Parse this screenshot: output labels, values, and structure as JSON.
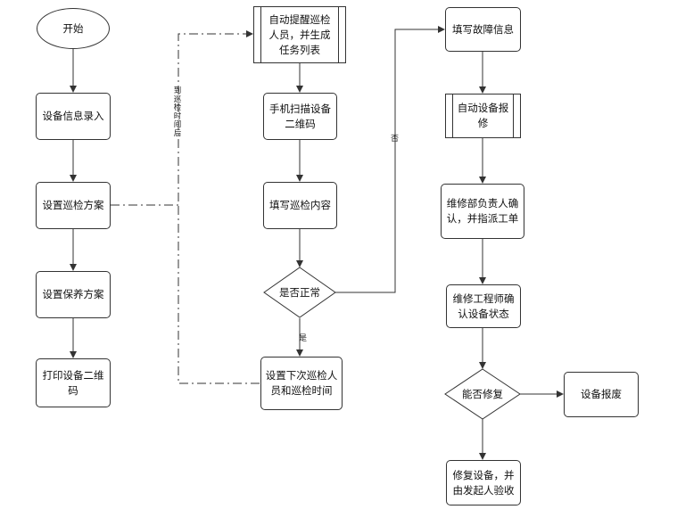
{
  "nodes": {
    "start": "开始",
    "device_info_entry": "设备信息录入",
    "set_inspection_plan": "设置巡检方案",
    "set_maintenance_plan": "设置保养方案",
    "print_qr": "打印设备二维码",
    "auto_remind": "自动提醒巡检人员，并生成任务列表",
    "scan_qr": "手机扫描设备二维码",
    "fill_inspection": "填写巡检内容",
    "is_normal": "是否正常",
    "set_next": "设置下次巡检人员和巡检时间",
    "fill_fault": "填写故障信息",
    "auto_report": "自动设备报修",
    "repair_dept_confirm": "维修部负责人确认，并指派工单",
    "engineer_confirm": "维修工程师确认设备状态",
    "can_repair": "能否修复",
    "scrap": "设备报废",
    "repair_and_accept": "修复设备，并由发起人验收"
  },
  "edge_labels": {
    "no": "否",
    "yes": "是",
    "due_time": "到巡检时间后"
  },
  "colors": {
    "line": "#333333",
    "background": "#ffffff"
  }
}
